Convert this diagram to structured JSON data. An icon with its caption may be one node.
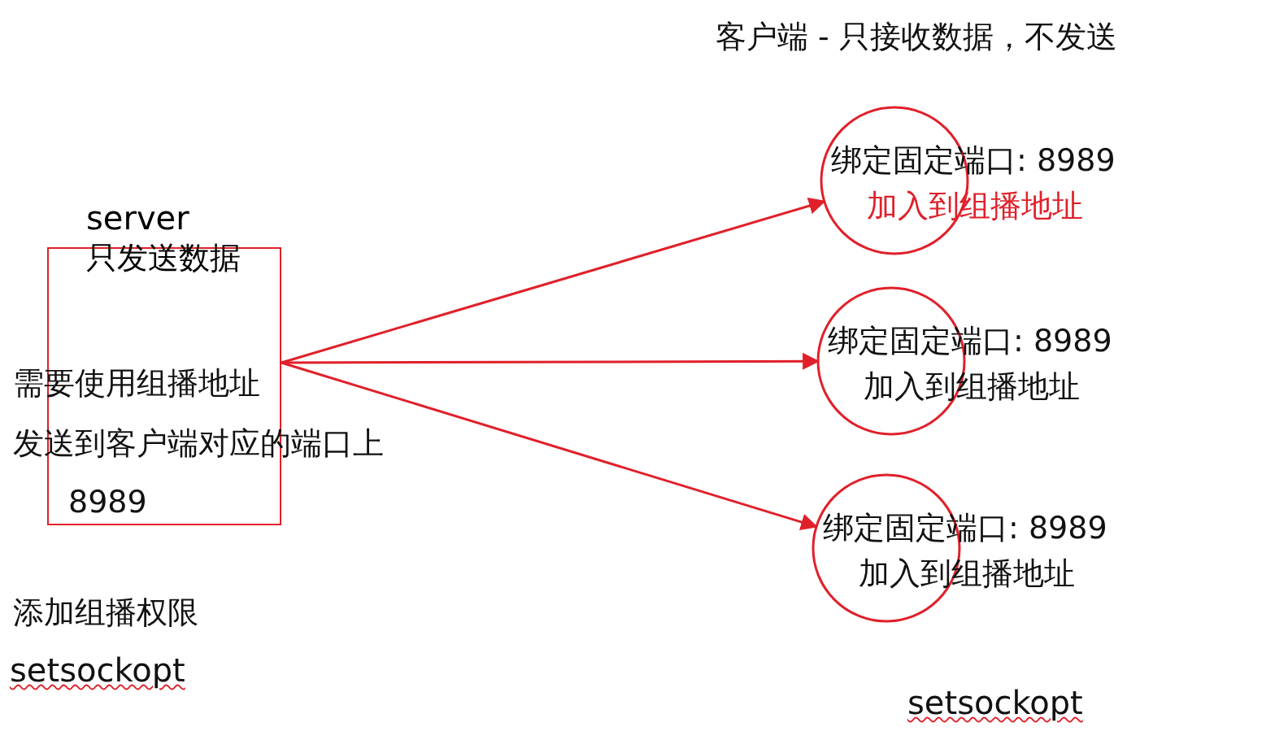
{
  "diagram": {
    "title": "客户端 - 只接收数据，不发送",
    "nodes": [
      {
        "text": [
          "server",
          "只发送数据"
        ]
      },
      {
        "text": [
          "绑定固定端口: 8989",
          "加入到组播地址"
        ]
      },
      {
        "text": [
          "绑定固定端口: 8989",
          "加入到组播地址"
        ]
      },
      {
        "text": [
          "绑定固定端口: 8989",
          "加入到组播地址"
        ]
      }
    ],
    "edges": [
      {
        "from": 0,
        "to": 1,
        "arrow": "to"
      },
      {
        "from": 0,
        "to": 2,
        "arrow": "to"
      },
      {
        "from": 0,
        "to": 3,
        "arrow": "to"
      }
    ],
    "labels": [
      "需要使用组播地址",
      "发送到客户端对应的端口上",
      "8989",
      "添加组播权限",
      "setsockopt",
      "setsockopt"
    ]
  }
}
